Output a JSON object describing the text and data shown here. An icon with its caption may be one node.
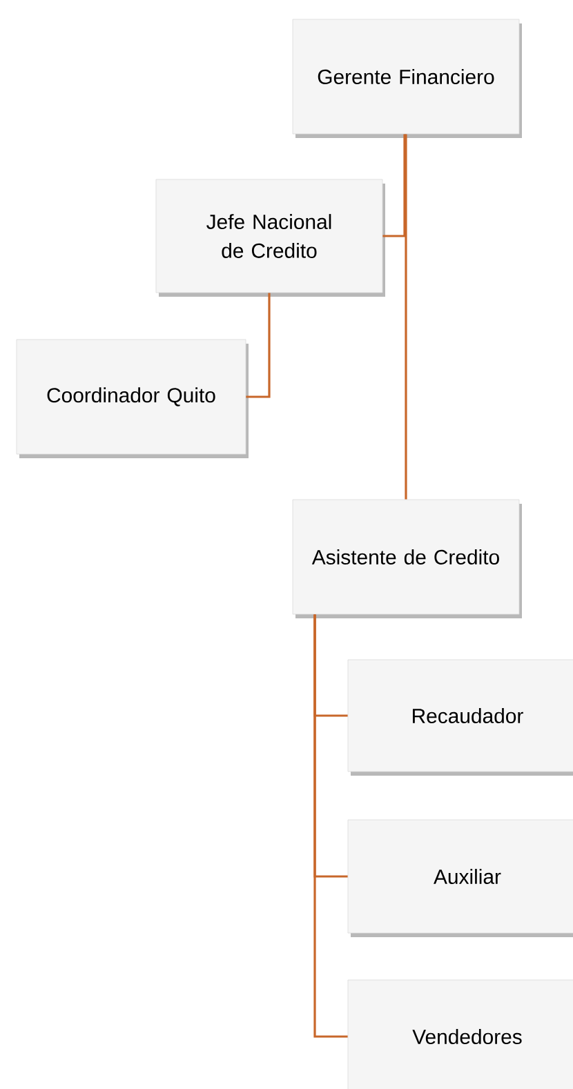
{
  "diagram": {
    "nodes": [
      {
        "text": [
          "Gerente Financiero"
        ]
      },
      {
        "text": [
          "Jefe Nacional de Credito"
        ]
      },
      {
        "text": [
          "Coordinador Quito"
        ]
      },
      {
        "text": [
          "Asistente  de Credito"
        ]
      },
      {
        "text": [
          "Recaudador"
        ]
      },
      {
        "text": [
          "Auxiliar"
        ]
      },
      {
        "text": [
          "Vendedores"
        ]
      }
    ],
    "edges": [
      {
        "from": 0,
        "to": 1,
        "arrow": "none"
      },
      {
        "from": 1,
        "to": 2,
        "arrow": "none"
      },
      {
        "from": 0,
        "to": 3,
        "arrow": "none"
      },
      {
        "from": 3,
        "to": 4,
        "arrow": "none"
      },
      {
        "from": 3,
        "to": 5,
        "arrow": "none"
      },
      {
        "from": 3,
        "to": 6,
        "arrow": "none"
      }
    ]
  }
}
